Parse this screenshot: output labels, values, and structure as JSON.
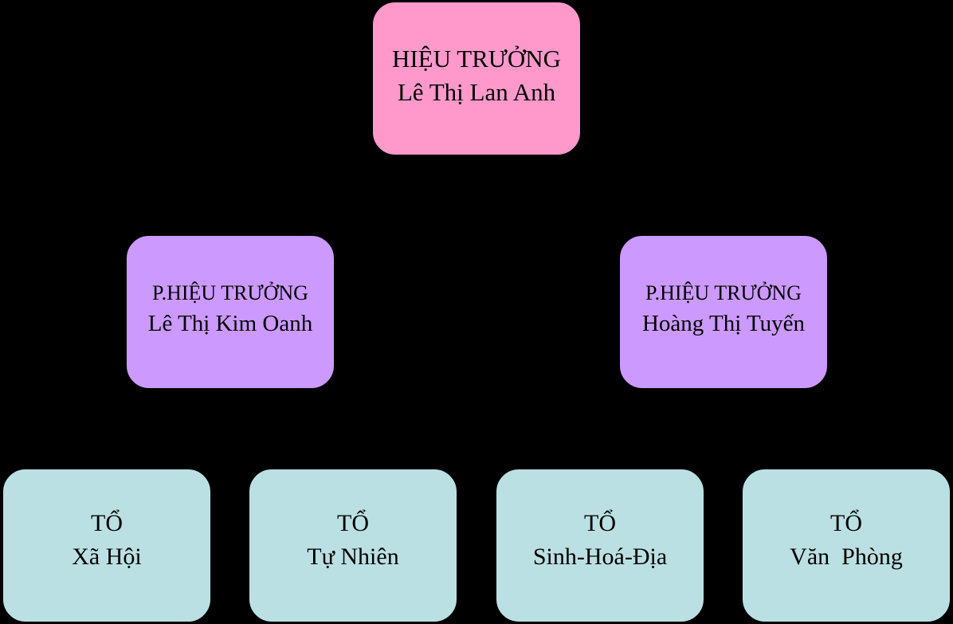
{
  "colors": {
    "background": "#000000",
    "principal_fill": "#ff99cc",
    "vice_fill": "#cc99ff",
    "group_fill": "#bbe0e3"
  },
  "principal": {
    "role": "HIỆU TRƯỞNG",
    "name": "Lê Thị Lan Anh"
  },
  "vice_principals": [
    {
      "role": "P.HIỆU TRƯỞNG",
      "name": "Lê Thị Kim Oanh"
    },
    {
      "role": "P.HIỆU TRƯỞNG",
      "name": "Hoàng Thị Tuyến"
    }
  ],
  "groups": [
    {
      "label": "TỔ",
      "name": "Xã Hội"
    },
    {
      "label": "TỔ",
      "name": "Tự Nhiên"
    },
    {
      "label": "TỔ",
      "name": "Sinh-Hoá-Địa"
    },
    {
      "label": "TỔ",
      "name": "Văn  Phòng"
    }
  ]
}
